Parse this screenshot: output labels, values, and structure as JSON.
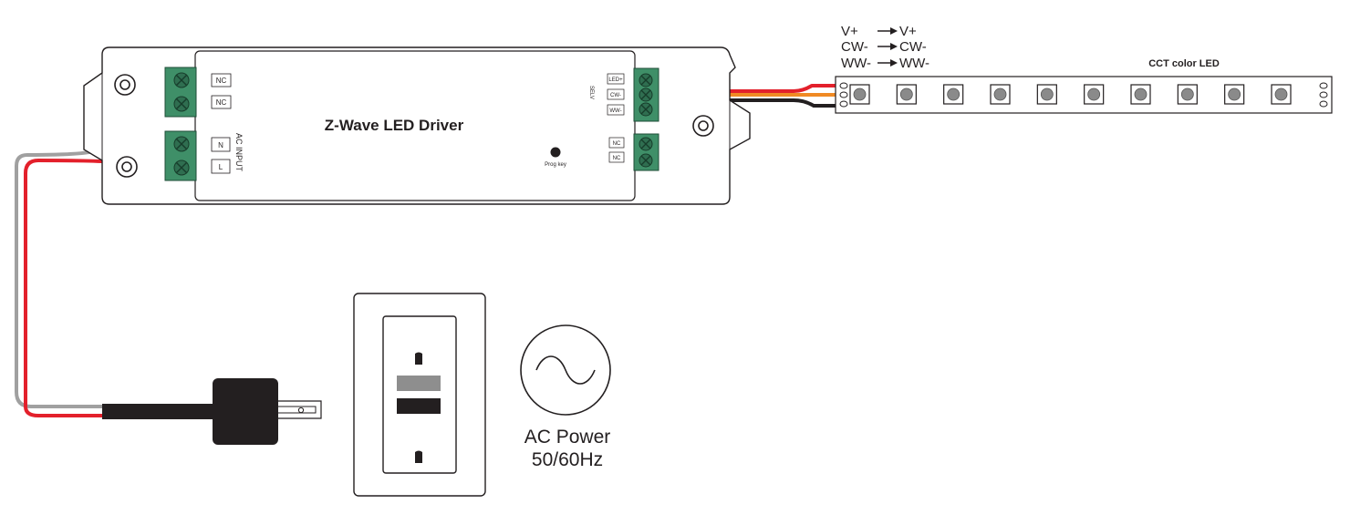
{
  "driver": {
    "title": "Z-Wave LED Driver",
    "prog_key_label": "Prog key",
    "ac_input_label": "AC INPUT",
    "selv_label": "SELV",
    "left_top_terminals": [
      "NC",
      "NC"
    ],
    "ac_terminals": [
      "N",
      "L"
    ],
    "output_terminals": [
      "LED+",
      "CW-",
      "WW-"
    ],
    "right_bottom_terminals": [
      "NC",
      "NC"
    ]
  },
  "wiring_map": [
    {
      "from": "V+",
      "to": "V+"
    },
    {
      "from": "CW-",
      "to": "CW-"
    },
    {
      "from": "WW-",
      "to": "WW-"
    }
  ],
  "led_strip": {
    "label": "CCT color LED",
    "led_count": 10
  },
  "power": {
    "line1": "AC Power",
    "line2": "50/60Hz"
  },
  "colors": {
    "terminal_green": "#3f8f68",
    "wire_red": "#e3202b",
    "wire_orange": "#f08a24",
    "wire_black": "#231f20",
    "wire_grey": "#a0a0a0"
  }
}
